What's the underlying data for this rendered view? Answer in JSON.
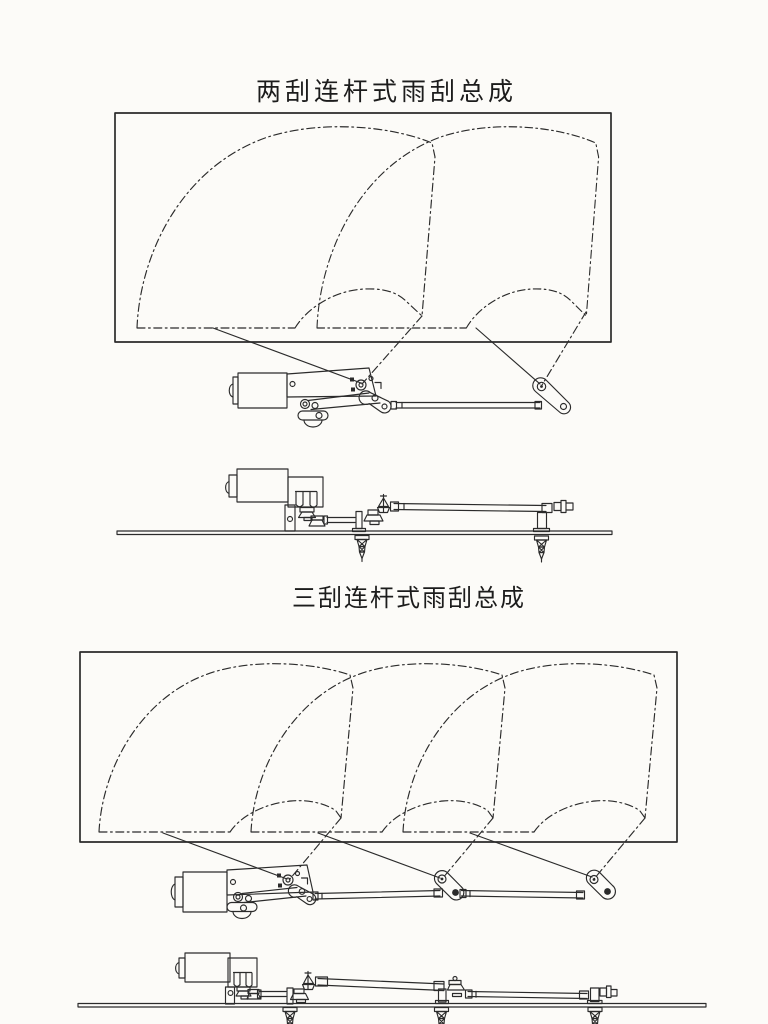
{
  "page": {
    "background": "#fcfbf8",
    "ink": "#2b2b2b",
    "kind": "technical line drawing, windshield wiper linkage assemblies"
  },
  "sections": [
    {
      "name": "two-wiper-linkage-assembly",
      "title": "两刮连杆式雨刮总成",
      "views": [
        "wipe-pattern-window",
        "linkage-top-view",
        "linkage-side-view"
      ],
      "wiper_count": 2
    },
    {
      "name": "three-wiper-linkage-assembly",
      "title": "三刮连杆式雨刮总成",
      "views": [
        "wipe-pattern-window",
        "linkage-top-view",
        "linkage-side-view"
      ],
      "wiper_count": 3
    }
  ]
}
